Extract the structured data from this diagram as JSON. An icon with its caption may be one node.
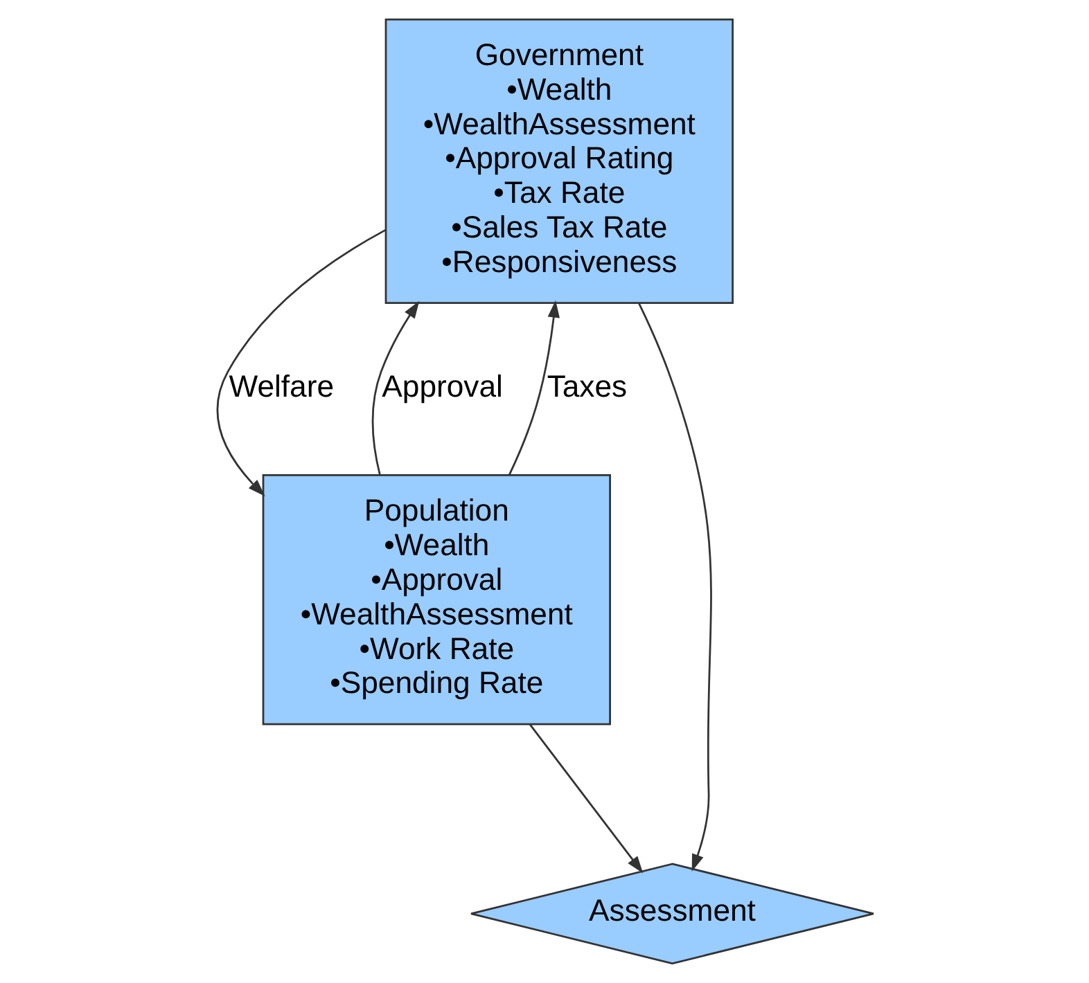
{
  "diagram": {
    "nodes": [
      {
        "text": [
          "Government",
          "•Wealth",
          "•WealthAssessment",
          "•Approval Rating",
          "•Tax Rate",
          "•Sales Tax Rate",
          "•Responsiveness"
        ]
      },
      {
        "text": [
          "Population",
          "•Wealth",
          "•Approval",
          "•WealthAssessment",
          "•Work Rate",
          "•Spending Rate"
        ]
      },
      {
        "text": [
          "Assessment"
        ]
      }
    ],
    "edges": [
      {
        "from": 1,
        "to": 0,
        "arrow": "to",
        "label": "Approval"
      },
      {
        "from": 1,
        "to": 0,
        "arrow": "to",
        "label": "Taxes"
      },
      {
        "from": 0,
        "to": 1,
        "arrow": "to",
        "label": "Welfare"
      },
      {
        "from": 0,
        "to": 2,
        "arrow": "to"
      },
      {
        "from": 1,
        "to": 2,
        "arrow": "to"
      }
    ]
  }
}
